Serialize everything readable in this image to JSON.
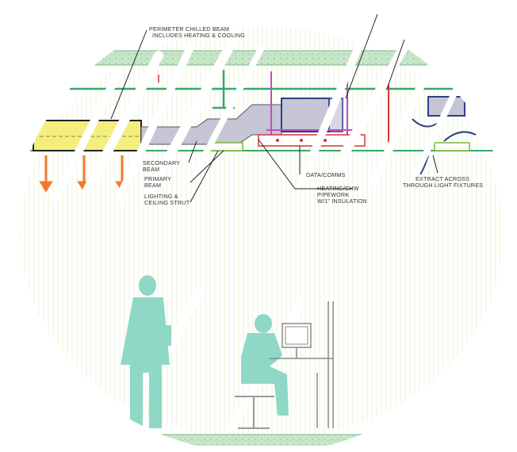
{
  "labels": {
    "perimeter_beam": "PERIMETER CHILLED BEAM",
    "perimeter_beam_2": "INCLUDES HEATING & COOLING",
    "secondary_beam": "SECONDARY",
    "secondary_beam_2": "BEAM",
    "primary_beam": "PRIMARY",
    "primary_beam_2": "BEAM",
    "lighting": "LIGHTING &",
    "lighting_2": "CEILING STRUT",
    "data_comms": "DATA/COMMS",
    "heating": "HEATING/CHW",
    "heating_2": "PIPEWORK",
    "heating_3": "W/1\" INSULATION",
    "extract": "EXTRACT ACROSS",
    "extract_2": "THROUGH LIGHT FIXTURES"
  },
  "colors": {
    "figure": "#8fd8c6",
    "beam_yellow": "#f4ef7c",
    "duct": "#c5c5d6",
    "arrow": "#f07a2e",
    "slab_green": "#b8ddb8",
    "line_green": "#37a86a",
    "pipe_magenta": "#c04fb8",
    "pipe_red": "#d8303a",
    "navy": "#2d3f8a"
  }
}
